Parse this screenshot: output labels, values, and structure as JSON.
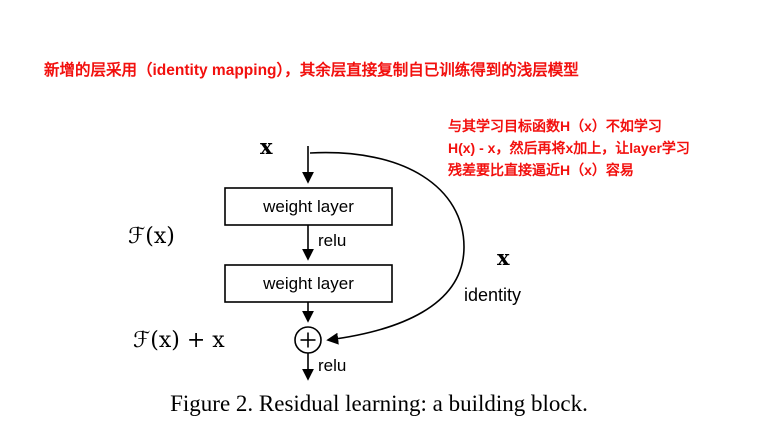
{
  "colors": {
    "annotation_red": "#f2100e",
    "ink": "#000000",
    "background": "#ffffff"
  },
  "annotations": {
    "top": "新增的层采用（identity mapping），其余层直接复制自已训练得到的浅层模型",
    "right_lines": [
      "与其学习目标函数H（x）不如学习",
      "H(x) - x，然后再将x加上，让layer学习",
      "残差要比直接逼近H（x）容易"
    ]
  },
  "diagram": {
    "input_label": "x",
    "weight_layer_1": "weight layer",
    "weight_layer_2": "weight layer",
    "relu_mid": "relu",
    "relu_out": "relu",
    "f_label": "ℱ(x)",
    "sum_label": "ℱ(x) + x",
    "skip_x_label": "x",
    "identity_label": "identity"
  },
  "caption": "Figure 2. Residual learning: a building block."
}
